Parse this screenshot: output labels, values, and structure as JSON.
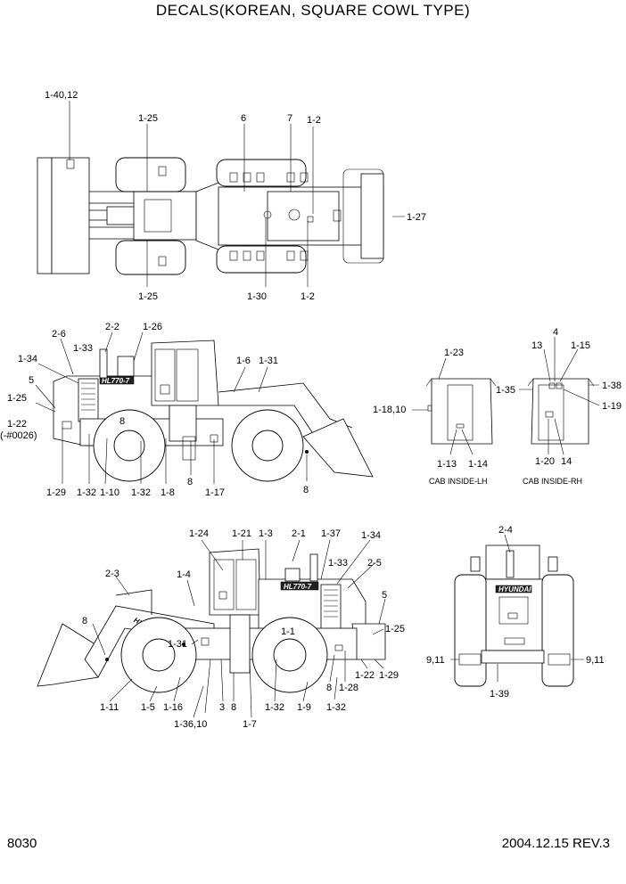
{
  "page": {
    "title": "DECALS(KOREAN, SQUARE COWL TYPE)",
    "page_number": "8030",
    "date_rev": "2004.12.15  REV.3"
  },
  "top_view": {
    "labels": [
      "1-40,12",
      "1-25",
      "6",
      "7",
      "1-2",
      "1-27",
      "1-25",
      "1-30",
      "1-2"
    ]
  },
  "left_side_view": {
    "labels": [
      "2-6",
      "2-2",
      "1-26",
      "1-34",
      "1-33",
      "5",
      "1-25",
      "1-22",
      "(-#0026)",
      "8",
      "1-29",
      "1-32",
      "1-10",
      "1-32",
      "1-8",
      "8",
      "1-17",
      "1-6",
      "1-31",
      "8"
    ],
    "model_logo": "HL770-7"
  },
  "cab_lh": {
    "caption": "CAB INSIDE-LH",
    "labels": [
      "1-23",
      "1-18,10",
      "1-13",
      "1-14"
    ]
  },
  "cab_rh": {
    "caption": "CAB INSIDE-RH",
    "labels": [
      "4",
      "13",
      "1-15",
      "1-35",
      "1-38",
      "1-19",
      "1-20",
      "14"
    ]
  },
  "right_side_view": {
    "labels": [
      "1-24",
      "1-21",
      "1-3",
      "2-1",
      "1-37",
      "1-34",
      "1-33",
      "2-5",
      "2-3",
      "1-4",
      "5",
      "8",
      "1-31",
      "1-1",
      "1-25",
      "1-11",
      "1-5",
      "1-16",
      "3",
      "8",
      "1-32",
      "1-9",
      "8",
      "1-28",
      "1-32",
      "1-22",
      "1-29",
      "1-36,10",
      "1-7"
    ],
    "model_logo": "HL770-7",
    "brand_logo": "HYUNDAI"
  },
  "rear_view": {
    "labels": [
      "2-4",
      "9,11",
      "9,11",
      "1-39"
    ],
    "brand_logo": "HYUNDAI"
  }
}
